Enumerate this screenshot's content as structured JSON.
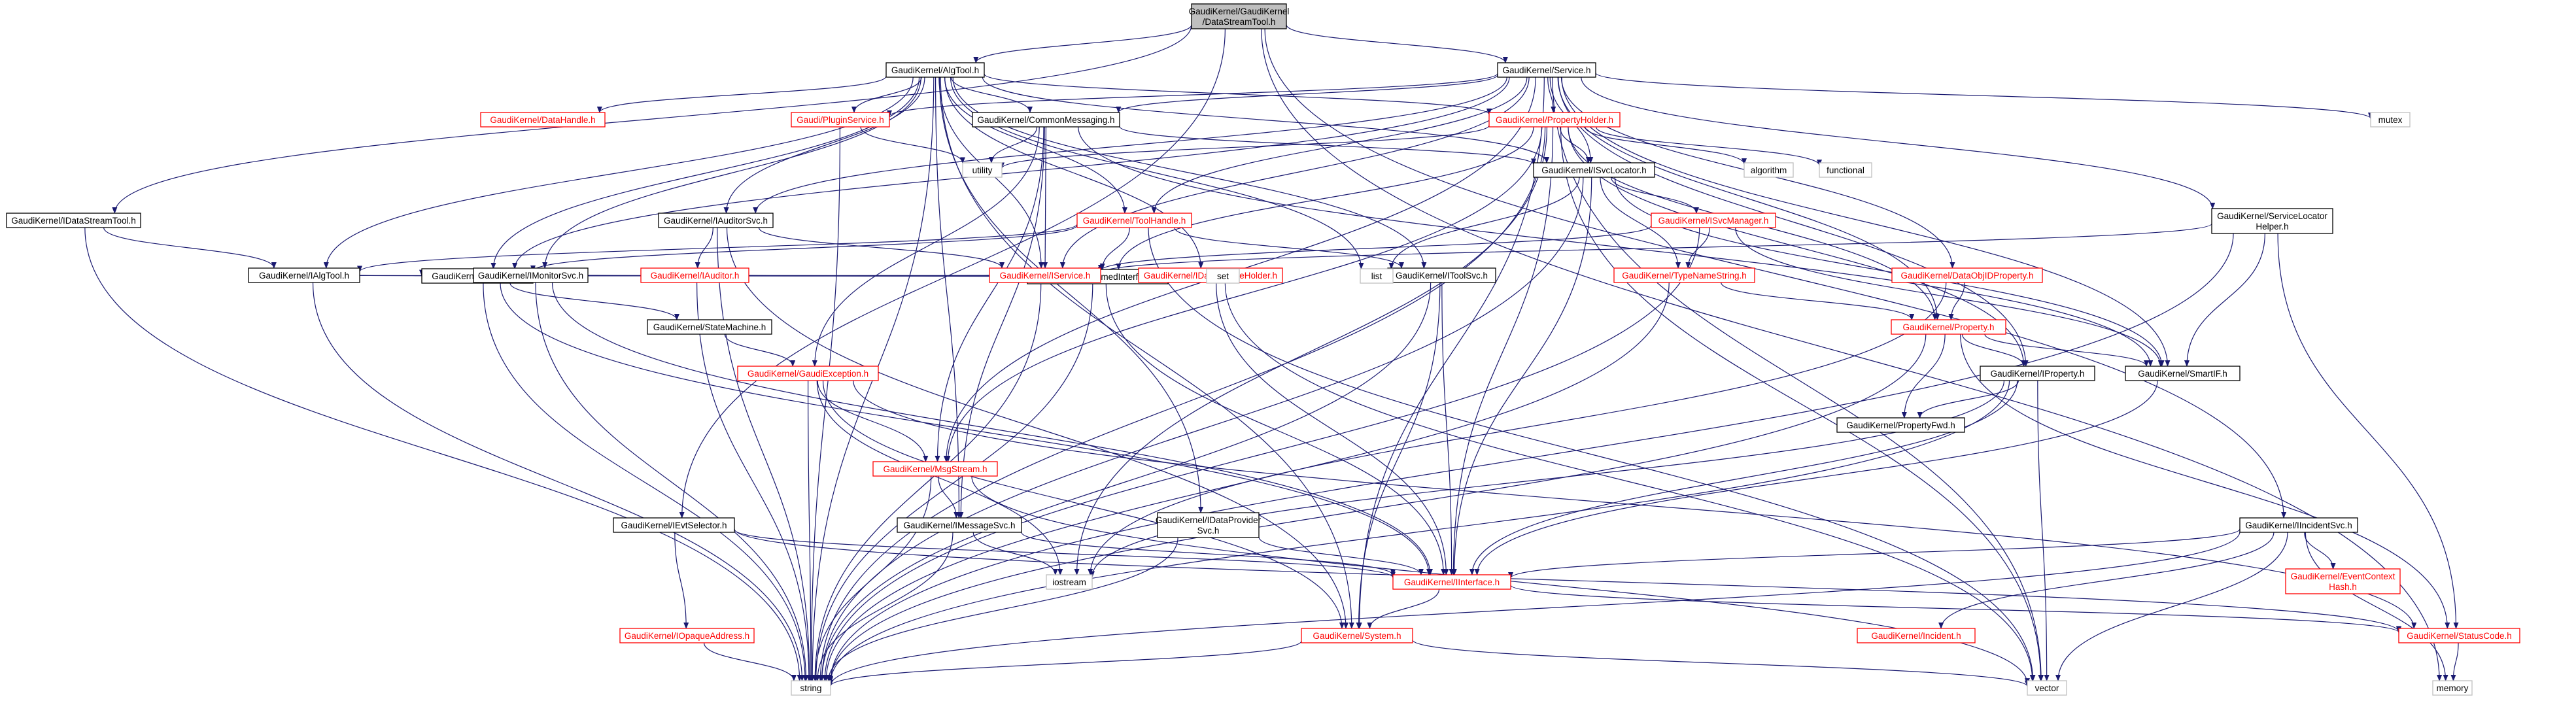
{
  "colors": {
    "edge": "#191970",
    "root_fill": "#bfbfbf",
    "node_fill": "#ffffff",
    "text_default": "#000000",
    "text_red": "#ff0000",
    "border_default": "#000000",
    "border_red": "#ff0000",
    "border_system": "#bfbfbf"
  },
  "nodes": {
    "root": {
      "label": "GaudiKernel/GaudiKernel\n/DataStreamTool.h",
      "kind": "root"
    },
    "idatastreamtool": {
      "label": "GaudiKernel/IDataStreamTool.h",
      "kind": "doc"
    },
    "algtool": {
      "label": "GaudiKernel/AlgTool.h",
      "kind": "doc"
    },
    "service": {
      "label": "GaudiKernel/Service.h",
      "kind": "doc"
    },
    "ievtselector": {
      "label": "GaudiKernel/IEvtSelector.h",
      "kind": "doc"
    },
    "iincidentsvc": {
      "label": "GaudiKernel/IIncidentSvc.h",
      "kind": "doc"
    },
    "memory": {
      "label": "memory",
      "kind": "sys"
    },
    "ialgtool": {
      "label": "GaudiKernel/IAlgTool.h",
      "kind": "doc"
    },
    "string": {
      "label": "string",
      "kind": "sys"
    },
    "istateful": {
      "label": "GaudiKernel/IStateful.h",
      "kind": "doc"
    },
    "istatemachine": {
      "label": "GaudiKernel/StateMachine.h",
      "kind": "doc"
    },
    "gaudiexception": {
      "label": "GaudiKernel/GaudiException.h",
      "kind": "red"
    },
    "msgstream": {
      "label": "GaudiKernel/MsgStream.h",
      "kind": "red"
    },
    "imessagesvc": {
      "label": "GaudiKernel/IMessageSvc.h",
      "kind": "doc"
    },
    "iinterface": {
      "label": "GaudiKernel/IInterface.h",
      "kind": "red"
    },
    "system": {
      "label": "GaudiKernel/System.h",
      "kind": "red"
    },
    "vector": {
      "label": "vector",
      "kind": "sys"
    },
    "statuscode": {
      "label": "GaudiKernel/StatusCode.h",
      "kind": "red"
    },
    "iopaqueaddress": {
      "label": "GaudiKernel/IOpaqueAddress.h",
      "kind": "red"
    },
    "iostream": {
      "label": "iostream",
      "kind": "sys"
    },
    "idataprovidersvc": {
      "label": "GaudiKernel/IDataProvider\nSvc.h",
      "kind": "doc"
    },
    "imonitorsvc": {
      "label": "GaudiKernel/IMonitorSvc.h",
      "kind": "doc"
    },
    "iauditorsvc": {
      "label": "GaudiKernel/IAuditorSvc.h",
      "kind": "doc"
    },
    "iauditor": {
      "label": "GaudiKernel/IAuditor.h",
      "kind": "red"
    },
    "inamedinterface": {
      "label": "GaudiKernel/INamedInterface.h",
      "kind": "doc"
    },
    "iservice": {
      "label": "GaudiKernel/IService.h",
      "kind": "red"
    },
    "datahandle": {
      "label": "GaudiKernel/DataHandle.h",
      "kind": "red"
    },
    "iplugin": {
      "label": "Gaudi/PluginService.h",
      "kind": "red"
    },
    "commonmessaging": {
      "label": "GaudiKernel/CommonMessaging.h",
      "kind": "doc"
    },
    "utility": {
      "label": "utility",
      "kind": "sys"
    },
    "toolhandle": {
      "label": "GaudiKernel/ToolHandle.h",
      "kind": "red"
    },
    "idatahandleholder": {
      "label": "GaudiKernel/IDataHandleHolder.h",
      "kind": "red"
    },
    "set": {
      "label": "set",
      "kind": "sys"
    },
    "itoolsvc": {
      "label": "GaudiKernel/IToolSvc.h",
      "kind": "doc"
    },
    "list": {
      "label": "list",
      "kind": "sys"
    },
    "propertyholder": {
      "label": "GaudiKernel/PropertyHolder.h",
      "kind": "red"
    },
    "algorithm": {
      "label": "algorithm",
      "kind": "sys"
    },
    "functional": {
      "label": "functional",
      "kind": "sys"
    },
    "isvclocator": {
      "label": "GaudiKernel/ISvcLocator.h",
      "kind": "doc"
    },
    "isvcmanager": {
      "label": "GaudiKernel/ISvcManager.h",
      "kind": "red"
    },
    "typenamestring": {
      "label": "GaudiKernel/TypeNameString.h",
      "kind": "red"
    },
    "dataobjidproperty": {
      "label": "GaudiKernel/DataObjIDProperty.h",
      "kind": "red"
    },
    "property": {
      "label": "GaudiKernel/Property.h",
      "kind": "red"
    },
    "iproperty": {
      "label": "GaudiKernel/IProperty.h",
      "kind": "doc"
    },
    "propertyfwd": {
      "label": "GaudiKernel/PropertyFwd.h",
      "kind": "doc"
    },
    "smartif": {
      "label": "GaudiKernel/SmartIF.h",
      "kind": "doc"
    },
    "servicelocatorhelper": {
      "label": "GaudiKernel/ServiceLocator\nHelper.h",
      "kind": "doc"
    },
    "mutex": {
      "label": "mutex",
      "kind": "sys"
    },
    "eventcontexthash": {
      "label": "GaudiKernel/EventContext\nHash.h",
      "kind": "red"
    },
    "iincident": {
      "label": "GaudiKernel/Incident.h",
      "kind": "red"
    }
  },
  "edges": [
    [
      "root",
      "idatastreamtool"
    ],
    [
      "root",
      "algtool"
    ],
    [
      "root",
      "service"
    ],
    [
      "root",
      "ievtselector"
    ],
    [
      "root",
      "iincidentsvc"
    ],
    [
      "root",
      "memory"
    ],
    [
      "idatastreamtool",
      "ialgtool"
    ],
    [
      "idatastreamtool",
      "string"
    ],
    [
      "algtool",
      "ialgtool"
    ],
    [
      "algtool",
      "datahandle"
    ],
    [
      "algtool",
      "iplugin"
    ],
    [
      "algtool",
      "commonmessaging"
    ],
    [
      "algtool",
      "propertyholder"
    ],
    [
      "algtool",
      "toolhandle"
    ],
    [
      "algtool",
      "idatahandleholder"
    ],
    [
      "algtool",
      "iauditorsvc"
    ],
    [
      "algtool",
      "imonitorsvc"
    ],
    [
      "algtool",
      "istateful"
    ],
    [
      "algtool",
      "isvclocator"
    ],
    [
      "algtool",
      "iservice"
    ],
    [
      "algtool",
      "imessagesvc"
    ],
    [
      "algtool",
      "idataprovidersvc"
    ],
    [
      "algtool",
      "itoolsvc"
    ],
    [
      "algtool",
      "system"
    ],
    [
      "algtool",
      "string"
    ],
    [
      "algtool",
      "list"
    ],
    [
      "service",
      "iservice"
    ],
    [
      "service",
      "istateful"
    ],
    [
      "service",
      "iplugin"
    ],
    [
      "service",
      "commonmessaging"
    ],
    [
      "service",
      "propertyholder"
    ],
    [
      "service",
      "isvclocator"
    ],
    [
      "service",
      "toolhandle"
    ],
    [
      "service",
      "dataobjidproperty"
    ],
    [
      "service",
      "iproperty"
    ],
    [
      "service",
      "smartif"
    ],
    [
      "service",
      "servicelocatorhelper"
    ],
    [
      "service",
      "mutex"
    ],
    [
      "service",
      "iauditorsvc"
    ],
    [
      "service",
      "property"
    ],
    [
      "service",
      "vector"
    ],
    [
      "service",
      "msgstream"
    ],
    [
      "service",
      "system"
    ],
    [
      "ievtselector",
      "iinterface"
    ],
    [
      "ievtselector",
      "iopaqueaddress"
    ],
    [
      "ievtselector",
      "statuscode"
    ],
    [
      "iincidentsvc",
      "iinterface"
    ],
    [
      "iincidentsvc",
      "iincident"
    ],
    [
      "iincidentsvc",
      "eventcontexthash"
    ],
    [
      "iincidentsvc",
      "vector"
    ],
    [
      "iincidentsvc",
      "string"
    ],
    [
      "iincidentsvc",
      "memory"
    ],
    [
      "ialgtool",
      "inamedinterface"
    ],
    [
      "ialgtool",
      "istateful"
    ],
    [
      "ialgtool",
      "string"
    ],
    [
      "istateful",
      "istatemachine"
    ],
    [
      "istateful",
      "iinterface"
    ],
    [
      "istateful",
      "string"
    ],
    [
      "istatemachine",
      "gaudiexception"
    ],
    [
      "gaudiexception",
      "msgstream"
    ],
    [
      "gaudiexception",
      "system"
    ],
    [
      "gaudiexception",
      "statuscode"
    ],
    [
      "gaudiexception",
      "string"
    ],
    [
      "gaudiexception",
      "iostream"
    ],
    [
      "msgstream",
      "imessagesvc"
    ],
    [
      "msgstream",
      "string"
    ],
    [
      "msgstream",
      "vector"
    ],
    [
      "imessagesvc",
      "iinterface"
    ],
    [
      "imessagesvc",
      "string"
    ],
    [
      "imessagesvc",
      "iostream"
    ],
    [
      "iinterface",
      "system"
    ],
    [
      "iinterface",
      "statuscode"
    ],
    [
      "system",
      "string"
    ],
    [
      "system",
      "vector"
    ],
    [
      "iopaqueaddress",
      "string"
    ],
    [
      "statuscode",
      "memory"
    ],
    [
      "idataprovidersvc",
      "iinterface"
    ],
    [
      "idataprovidersvc",
      "string"
    ],
    [
      "imonitorsvc",
      "iinterface"
    ],
    [
      "imonitorsvc",
      "set"
    ],
    [
      "imonitorsvc",
      "string"
    ],
    [
      "iauditorsvc",
      "iauditor"
    ],
    [
      "iauditorsvc",
      "iservice"
    ],
    [
      "iauditorsvc",
      "string"
    ],
    [
      "iauditorsvc",
      "system"
    ],
    [
      "iauditor",
      "inamedinterface"
    ],
    [
      "iauditor",
      "string"
    ],
    [
      "inamedinterface",
      "iinterface"
    ],
    [
      "inamedinterface",
      "string"
    ],
    [
      "iservice",
      "inamedinterface"
    ],
    [
      "iservice",
      "istateful"
    ],
    [
      "iservice",
      "string"
    ],
    [
      "commonmessaging",
      "imessagesvc"
    ],
    [
      "commonmessaging",
      "msgstream"
    ],
    [
      "commonmessaging",
      "iservice"
    ],
    [
      "commonmessaging",
      "isvclocator"
    ],
    [
      "commonmessaging",
      "smartif"
    ],
    [
      "commonmessaging",
      "gaudiexception"
    ],
    [
      "commonmessaging",
      "utility"
    ],
    [
      "iplugin",
      "string"
    ],
    [
      "iplugin",
      "utility"
    ],
    [
      "toolhandle",
      "itoolsvc"
    ],
    [
      "toolhandle",
      "ialgtool"
    ],
    [
      "toolhandle",
      "inamedinterface"
    ],
    [
      "toolhandle",
      "vector"
    ],
    [
      "toolhandle",
      "istateful"
    ],
    [
      "idatahandleholder",
      "inamedinterface"
    ],
    [
      "idatahandleholder",
      "set"
    ],
    [
      "idatahandleholder",
      "vector"
    ],
    [
      "idatahandleholder",
      "iinterface"
    ],
    [
      "itoolsvc",
      "iinterface"
    ],
    [
      "itoolsvc",
      "system"
    ],
    [
      "itoolsvc",
      "list"
    ],
    [
      "itoolsvc",
      "string"
    ],
    [
      "propertyholder",
      "isvclocator"
    ],
    [
      "propertyholder",
      "algorithm"
    ],
    [
      "propertyholder",
      "functional"
    ],
    [
      "propertyholder",
      "utility"
    ],
    [
      "propertyholder",
      "property"
    ],
    [
      "propertyholder",
      "iproperty"
    ],
    [
      "propertyholder",
      "vector"
    ],
    [
      "propertyholder",
      "string"
    ],
    [
      "propertyholder",
      "iostream"
    ],
    [
      "propertyholder",
      "inamedinterface"
    ],
    [
      "propertyholder",
      "msgstream"
    ],
    [
      "propertyholder",
      "iinterface"
    ],
    [
      "isvclocator",
      "isvcmanager"
    ],
    [
      "isvclocator",
      "typenamestring"
    ],
    [
      "isvclocator",
      "iinterface"
    ],
    [
      "isvclocator",
      "smartif"
    ],
    [
      "isvclocator",
      "list"
    ],
    [
      "isvclocator",
      "string"
    ],
    [
      "isvcmanager",
      "iservice"
    ],
    [
      "isvcmanager",
      "typenamestring"
    ],
    [
      "isvcmanager",
      "smartif"
    ],
    [
      "isvcmanager",
      "string"
    ],
    [
      "typenamestring",
      "property"
    ],
    [
      "typenamestring",
      "string"
    ],
    [
      "dataobjidproperty",
      "property"
    ],
    [
      "dataobjidproperty",
      "iostream"
    ],
    [
      "property",
      "iproperty"
    ],
    [
      "property",
      "propertyfwd"
    ],
    [
      "property",
      "smartif"
    ],
    [
      "property",
      "statuscode"
    ],
    [
      "property",
      "string"
    ],
    [
      "iproperty",
      "iinterface"
    ],
    [
      "iproperty",
      "propertyfwd"
    ],
    [
      "iproperty",
      "vector"
    ],
    [
      "iproperty",
      "string"
    ],
    [
      "iproperty",
      "iostream"
    ],
    [
      "smartif",
      "iinterface"
    ],
    [
      "servicelocatorhelper",
      "iservice"
    ],
    [
      "servicelocatorhelper",
      "smartif"
    ],
    [
      "servicelocatorhelper",
      "statuscode"
    ],
    [
      "servicelocatorhelper",
      "string"
    ]
  ]
}
